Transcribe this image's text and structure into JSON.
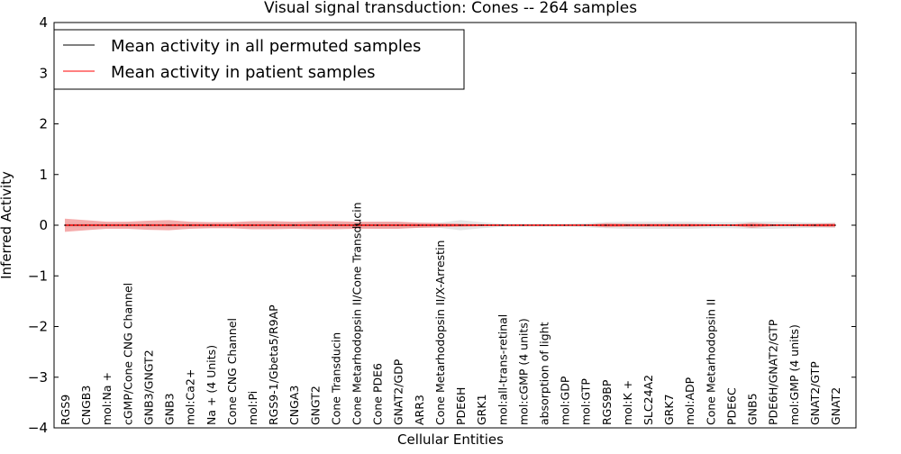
{
  "chart_data": {
    "type": "line",
    "title": "Visual signal transduction: Cones -- 264 samples",
    "xlabel": "Cellular Entities",
    "ylabel": "Inferred Activity",
    "ylim": [
      -4,
      4
    ],
    "yticks": [
      "4",
      "3",
      "2",
      "1",
      "0",
      "−1",
      "−2",
      "−3",
      "−4"
    ],
    "ytick_values": [
      4,
      3,
      2,
      1,
      0,
      -1,
      -2,
      -3,
      -4
    ],
    "grid": false,
    "legend_placement": "top-left",
    "categories": [
      "RGS9",
      "CNGB3",
      "mol:Na +",
      "cGMP/Cone CNG Channel",
      "GNB3/GNGT2",
      "GNB3",
      "mol:Ca2+",
      "Na + (4 Units)",
      "Cone CNG Channel",
      "mol:Pi",
      "RGS9-1/Gbeta5/R9AP",
      "CNGA3",
      "GNGT2",
      "Cone Transducin",
      "Cone Metarhodopsin II/Cone Transducin",
      "Cone PDE6",
      "GNAT2/GDP",
      "ARR3",
      "Cone Metarhodopsin II/X-Arrestin",
      "PDE6H",
      "GRK1",
      "mol:all-trans-retinal",
      "mol:cGMP (4 units)",
      "absorption of light",
      "mol:GDP",
      "mol:GTP",
      "RGS9BP",
      "mol:K +",
      "SLC24A2",
      "GRK7",
      "mol:ADP",
      "Cone Metarhodopsin II",
      "PDE6C",
      "GNB5",
      "PDE6H/GNAT2/GTP",
      "mol:GMP (4 units)",
      "GNAT2/GTP",
      "GNAT2"
    ],
    "series": [
      {
        "name": "Mean activity in all permuted samples",
        "color": "#000000",
        "values": [
          0,
          0,
          0,
          0,
          0,
          0,
          0,
          0,
          0,
          0,
          0,
          0,
          0,
          0,
          0,
          0,
          0,
          0,
          0,
          0,
          0,
          0,
          0,
          0,
          0,
          0,
          0,
          0,
          0,
          0,
          0,
          0,
          0,
          0,
          0,
          0,
          0,
          0
        ],
        "band": [
          0.04,
          0.04,
          0.04,
          0.04,
          0.04,
          0.04,
          0.04,
          0.04,
          0.04,
          0.05,
          0.05,
          0.05,
          0.05,
          0.05,
          0.05,
          0.06,
          0.06,
          0.05,
          0.05,
          0.1,
          0.06,
          0.03,
          0.03,
          0.03,
          0.03,
          0.04,
          0.06,
          0.07,
          0.07,
          0.07,
          0.07,
          0.06,
          0.06,
          0.07,
          0.07,
          0.06,
          0.05,
          0.05
        ],
        "band_color": "#d3d3d3"
      },
      {
        "name": "Mean activity in patient samples",
        "color": "#ff0000",
        "values": [
          0,
          0,
          0,
          0,
          0,
          0,
          0,
          0,
          0,
          0,
          0,
          0,
          0,
          0,
          0,
          0,
          0,
          0,
          0,
          0,
          0,
          0,
          0,
          0,
          0,
          0,
          0,
          0,
          0,
          0,
          0,
          0,
          0,
          0,
          0,
          0,
          0,
          0
        ],
        "band": [
          0.13,
          0.1,
          0.07,
          0.07,
          0.09,
          0.1,
          0.07,
          0.06,
          0.06,
          0.08,
          0.08,
          0.07,
          0.08,
          0.08,
          0.07,
          0.07,
          0.07,
          0.05,
          0.04,
          0.03,
          0.02,
          0.01,
          0.01,
          0.01,
          0.01,
          0.01,
          0.04,
          0.03,
          0.03,
          0.03,
          0.03,
          0.02,
          0.01,
          0.05,
          0.02,
          0.02,
          0.03,
          0.04
        ],
        "band_color": "#f08080"
      }
    ]
  }
}
